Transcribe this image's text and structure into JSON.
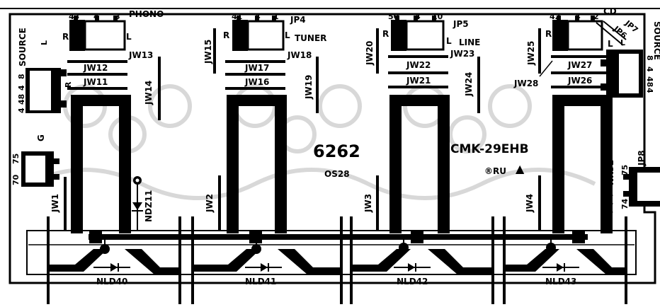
{
  "board": {
    "model": "6262",
    "part_number": "CMK-29EHB",
    "code": "OS28",
    "ul_mark": "®RU",
    "warning_symbol": "▲"
  },
  "connectors": {
    "phono": {
      "name": "PHONO",
      "pins": [
        "43",
        "4",
        "3"
      ]
    },
    "tuner": {
      "jumper": "JP4",
      "name": "TUNER",
      "pins": [
        "41",
        "4",
        "1"
      ]
    },
    "line": {
      "jumper": "JP5",
      "name": "LINE",
      "pins": [
        "50",
        "4",
        "10"
      ]
    },
    "cd": {
      "name": "CD",
      "pins": [
        "42",
        "4",
        "2"
      ],
      "jumpers": [
        "JP7",
        "JP6"
      ]
    },
    "source_left": {
      "name": "SOURCE",
      "pins": [
        "8",
        "4",
        "48",
        "4"
      ],
      "l": "L",
      "r": "R"
    },
    "source_right": {
      "name": "SOURCE",
      "pins": [
        "8",
        "4",
        "48",
        "4"
      ],
      "l": "L",
      "r": "R"
    },
    "ground": {
      "name": "G",
      "pins": [
        "70",
        "75"
      ]
    },
    "jp8": {
      "name": "JP8",
      "pins": [
        "75",
        "74"
      ]
    }
  },
  "side_labels": {
    "r": "R",
    "l": "L"
  },
  "jumpers": {
    "jw1": "JW1",
    "jw2": "JW2",
    "jw3": "JW3",
    "jw4": "JW4",
    "jw11": "JW11",
    "jw12": "JW12",
    "jw13": "JW13",
    "jw14": "JW14",
    "jw15": "JW15",
    "jw16": "JW16",
    "jw17": "JW17",
    "jw18": "JW18",
    "jw19": "JW19",
    "jw20": "JW20",
    "jw21": "JW21",
    "jw22": "JW22",
    "jw23": "JW23",
    "jw24": "JW24",
    "jw25": "JW25",
    "jw26": "JW26",
    "jw27": "JW27",
    "jw28": "JW28"
  },
  "components": {
    "ndz11": "NDZ11",
    "nr31": "NR31",
    "nld40": "NLD40",
    "nld41": "NLD41",
    "nld42": "NLD42",
    "nld43": "NLD43"
  }
}
